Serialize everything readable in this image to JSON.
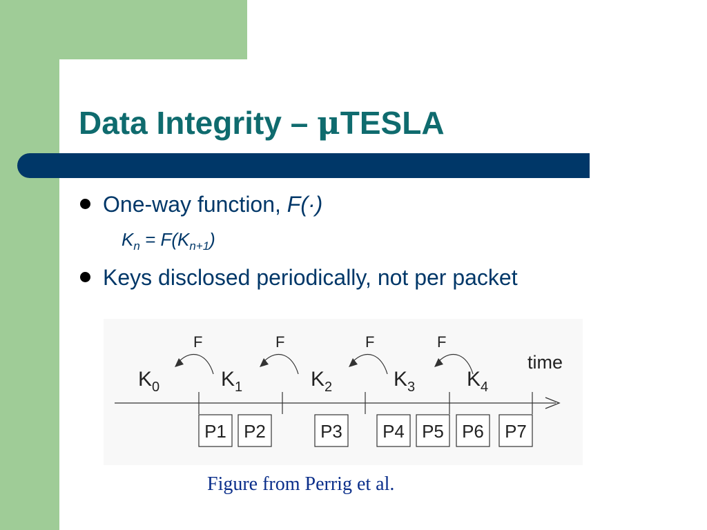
{
  "slide": {
    "title_text": "Data Integrity – ",
    "title_mu": "μ",
    "title_suffix": "TESLA"
  },
  "bullets": [
    {
      "text": "One-way function, ",
      "italic_text": "F(·)"
    },
    {
      "text": "Keys disclosed periodically, not per packet"
    }
  ],
  "equation": {
    "k": "K",
    "k_sub": "n",
    "mid": " = F(K",
    "k2_sub": "n+1",
    "close": ")"
  },
  "figure": {
    "function_label": "F",
    "time_label": "time",
    "keys": [
      {
        "base": "K",
        "sub": "0"
      },
      {
        "base": "K",
        "sub": "1"
      },
      {
        "base": "K",
        "sub": "2"
      },
      {
        "base": "K",
        "sub": "3"
      },
      {
        "base": "K",
        "sub": "4"
      }
    ],
    "packets": [
      "P1",
      "P2",
      "P3",
      "P4",
      "P5",
      "P6",
      "P7"
    ],
    "colors": {
      "stroke": "#333333",
      "text": "#222222"
    }
  },
  "caption": "Figure from Perrig et al.",
  "colors": {
    "green": "#9fcc97",
    "title": "#0f6b6e",
    "bar": "#003768",
    "body_text": "#003768",
    "caption": "#0a2e8a"
  }
}
